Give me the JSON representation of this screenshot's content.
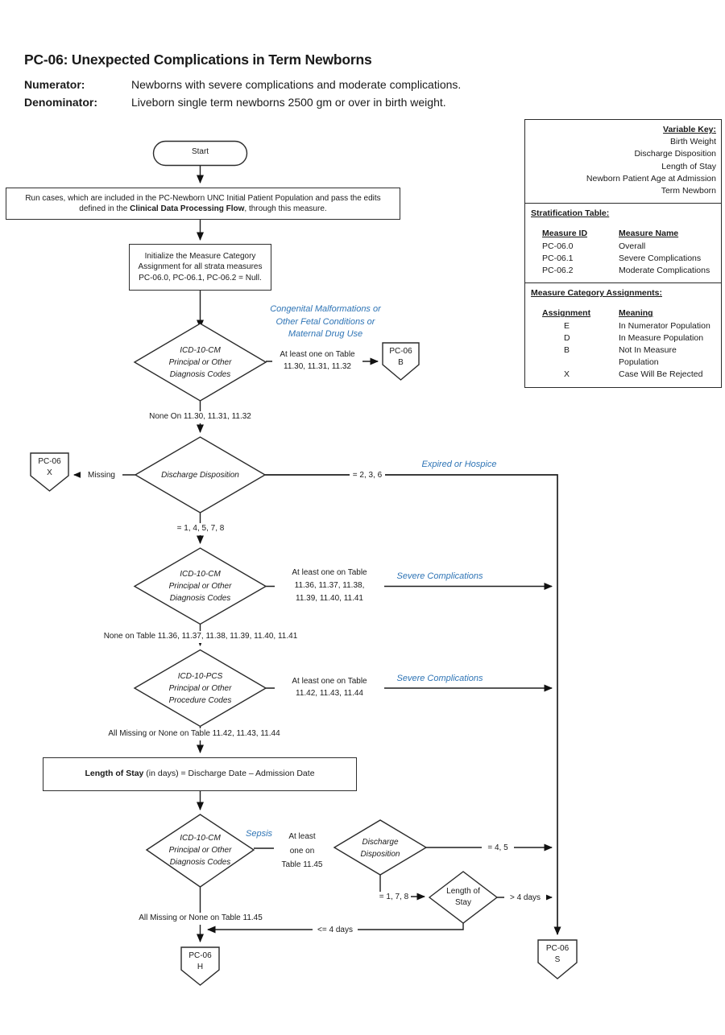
{
  "colors": {
    "accent_blue": "#2E74B5",
    "line": "#1f1f1f"
  },
  "header": {
    "title": "PC-06:  Unexpected Complications in Term Newborns",
    "numerator_label": "Numerator:",
    "numerator": "Newborns with severe complications and moderate complications.",
    "denominator_label": "Denominator:",
    "denominator": "Liveborn single term newborns 2500 gm or over in birth weight."
  },
  "flow": {
    "start": "Start",
    "run_cases_part1": "Run cases, which are included in the PC-Newborn UNC Initial Patient Population and pass the edits\ndefined in the ",
    "run_cases_bold": "Clinical Data Processing Flow",
    "run_cases_part2": ", through this measure.",
    "initialize": "Initialize the Measure Category\nAssignment for all strata measures\nPC-06.0, PC-06.1, PC-06.2 = Null.",
    "dx_codes_1": "ICD-10-CM\nPrincipal or Other\nDiagnosis Codes",
    "congenital_label": "Congenital Malformations or\nOther Fetal Conditions or\nMaternal Drug Use",
    "at_least_one_1130": "At least one on Table\n11.30, 11.31, 11.32",
    "none_on_1130": "None On 11.30, 11.31, 11.32",
    "discharge_disposition": "Discharge Disposition",
    "missing": "Missing",
    "eq_236": "= 2, 3, 6",
    "expired_or_hospice": "Expired or Hospice",
    "eq_14578": "= 1, 4, 5, 7, 8",
    "dx_codes_2": "ICD-10-CM\nPrincipal or Other\nDiagnosis Codes",
    "at_least_one_1136": "At least one on Table\n11.36, 11.37, 11.38,\n11.39, 11.40, 11.41",
    "severe_complications_1": "Severe Complications",
    "none_on_1136": "None on Table 11.36, 11.37, 11.38, 11.39, 11.40, 11.41",
    "pcs_codes": "ICD-10-PCS\nPrincipal or Other\nProcedure Codes",
    "at_least_one_1142": "At least one on Table\n11.42, 11.43, 11.44",
    "severe_complications_2": "Severe Complications",
    "all_missing_1142": "All Missing or None on Table 11.42, 11.43, 11.44",
    "los_bold": "Length of Stay",
    "los_rest": " (in days)  = Discharge Date – Admission Date",
    "dx_codes_3": "ICD-10-CM\nPrincipal or Other\nDiagnosis Codes",
    "sepsis": "Sepsis",
    "at_least_one_1145": "At least\none on\nTable 11.45",
    "discharge_disposition_2": "Discharge\nDisposition",
    "eq_45": "= 4, 5",
    "eq_178": "= 1, 7, 8",
    "length_of_stay_small": "Length of\nStay",
    "gt_4_days": "> 4 days",
    "lte_4_days": "<= 4 days",
    "all_missing_1145": "All Missing or None on Table 11.45",
    "connectors": {
      "b": "PC-06\nB",
      "x": "PC-06\nX",
      "h": "PC-06\nH",
      "s": "PC-06\nS"
    }
  },
  "key_panel": {
    "variable_key_title": "Variable Key:",
    "variables": [
      "Birth Weight",
      "Discharge Disposition",
      "Length of Stay",
      "Newborn Patient Age at Admission",
      "Term Newborn"
    ],
    "strat_title": "Stratification Table:",
    "strat_col1": "Measure ID",
    "strat_col2": "Measure Name",
    "strat_rows": [
      {
        "id": "PC-06.0",
        "name": "Overall"
      },
      {
        "id": "PC-06.1",
        "name": "Severe Complications"
      },
      {
        "id": "PC-06.2",
        "name": "Moderate Complications"
      }
    ],
    "mca_title": "Measure Category Assignments:",
    "mca_col1": "Assignment",
    "mca_col2": "Meaning",
    "mca_rows": [
      {
        "assignment": "E",
        "meaning": "In Numerator Population"
      },
      {
        "assignment": "D",
        "meaning": "In Measure Population"
      },
      {
        "assignment": "B",
        "meaning": "Not In Measure Population"
      },
      {
        "assignment": "X",
        "meaning": "Case Will Be Rejected"
      }
    ]
  }
}
